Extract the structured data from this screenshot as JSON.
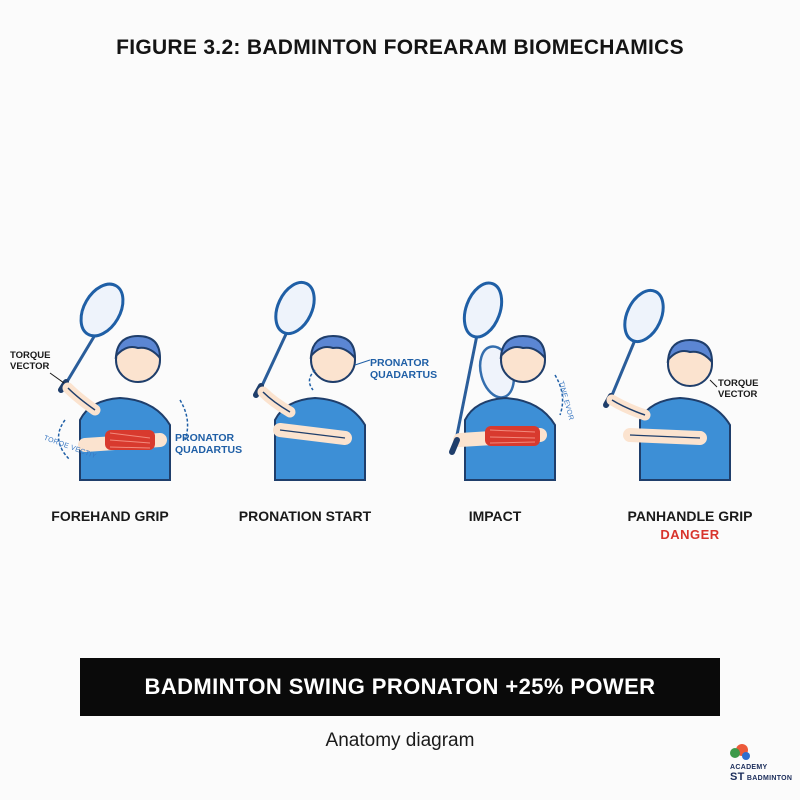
{
  "title": "FIGURE 3.2: BADMINTON FOREARAM BIOMECHAMICS",
  "panels": [
    {
      "caption": "FOREHAND GRIP",
      "labels": {
        "torque": "TORQUE\nVECTOR",
        "muscle": "PRONATOR\nQUADARTUS",
        "arrow_text": "TORQE VECTIY"
      }
    },
    {
      "caption": "PRONATION START",
      "labels": {
        "muscle": "PRONATOR\nQUADARTUS"
      }
    },
    {
      "caption": "IMPACT",
      "labels": {
        "arrow_text": "TINE EVOR"
      }
    },
    {
      "caption": "PANHANDLE GRIP",
      "warning": "DANGER",
      "labels": {
        "torque": "TORQUE\nVECTOR"
      }
    }
  ],
  "banner": "BADMINTON SWING PRONATON +25% POWER",
  "subtitle": "Anatomy diagram",
  "logo": {
    "top": "ACADEMY",
    "mark": "ST",
    "bottom": "BADMINTON"
  },
  "colors": {
    "shirt": "#3d8fd6",
    "hair": "#5b86d3",
    "skin": "#fbe3cf",
    "muscle": "#d83a2e",
    "accent_blue": "#1f5fa6",
    "danger": "#d8342c",
    "banner_bg": "#0a0a0a"
  }
}
